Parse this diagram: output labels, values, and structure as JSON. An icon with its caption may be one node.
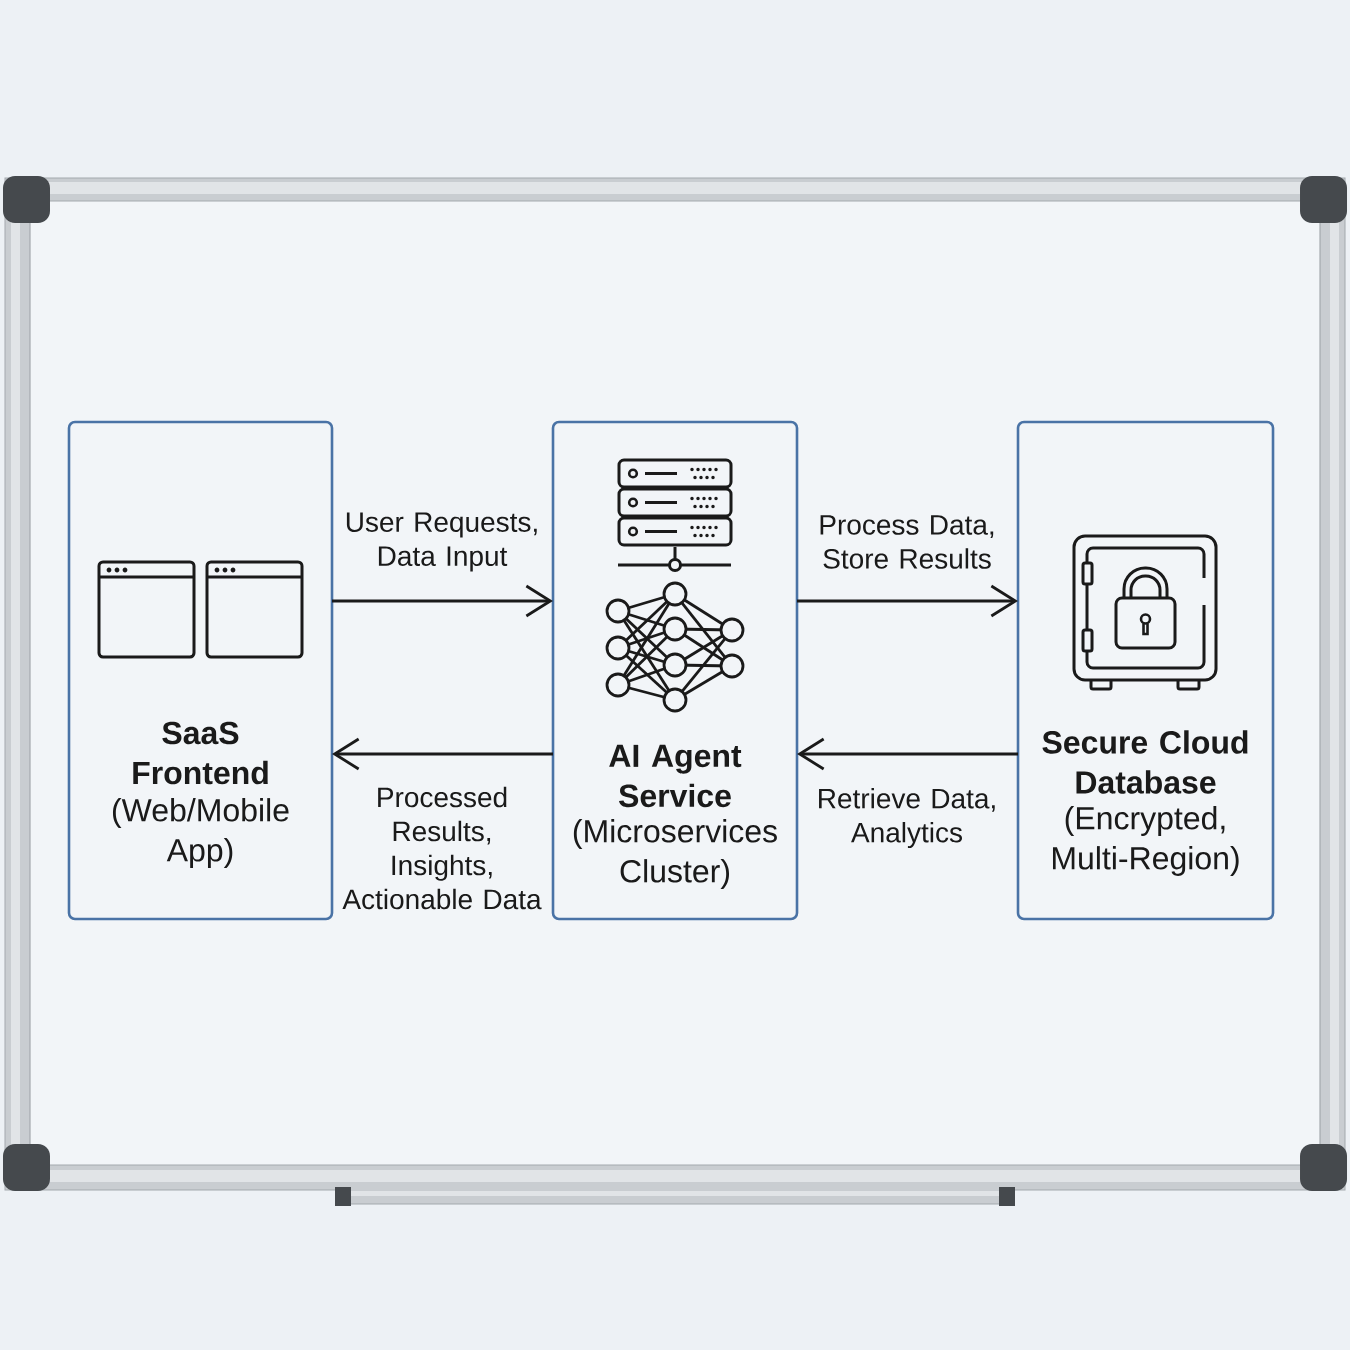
{
  "diagram": {
    "nodes": [
      {
        "text": [
          "SaaS Frontend",
          "(Web/Mobile App)"
        ]
      },
      {
        "text": [
          "AI Agent Service",
          "(Microservices Cluster)"
        ]
      },
      {
        "text": [
          "Secure Cloud Database",
          "(Encrypted, Multi-Region)"
        ]
      }
    ],
    "edges": [
      {
        "from": 0,
        "to": 1,
        "arrow": "to",
        "label": "User Requests, Data Input"
      },
      {
        "from": 1,
        "to": 0,
        "arrow": "to",
        "label": "Processed Results, Insights, Actionable Data"
      },
      {
        "from": 1,
        "to": 2,
        "arrow": "to",
        "label": "Process Data, Store Results"
      },
      {
        "from": 2,
        "to": 1,
        "arrow": "to",
        "label": "Retrieve Data, Analytics"
      }
    ]
  }
}
